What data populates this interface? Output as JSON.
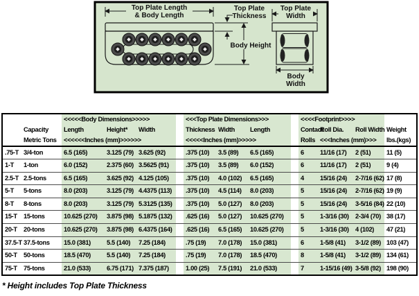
{
  "colors": {
    "band_green": "#d8e7d0",
    "panel_green": "#d6e5cd"
  },
  "diagram": {
    "labels": {
      "length_line1": "Top Plate Length",
      "length_line2": "& Body Length",
      "thickness_line1": "Top Plate",
      "thickness_line2": "Thickness",
      "top_width_line1": "Top Plate",
      "top_width_line2": "Width",
      "body_height": "Body Height",
      "body_width_line1": "Body",
      "body_width_line2": "Width"
    }
  },
  "table": {
    "header": {
      "capacity_line1": "Capacity",
      "capacity_line2": "Metric Tons",
      "body_group": "<<<<<Body Dimensions>>>>>",
      "body_units": "<<<<<<Inches (mm)>>>>>>",
      "body_cols": [
        "Length",
        "Height*",
        "Width"
      ],
      "tp_group": "<<<Top Plate Dimensions>>>",
      "tp_units": "<<<<<Inches (mm)>>>>>",
      "tp_cols": [
        "Thickness",
        "Width",
        "Length"
      ],
      "fp_group": "<<<<Footprint>>>>",
      "fp_units": "<<<Inches (mm)>>>",
      "fp_col1_line1": "Contact",
      "fp_col1_line2": "Rolls",
      "fp_col2": "Roll Dia.",
      "fp_col3": "Roll Width",
      "weight_line1": "Weight",
      "weight_line2": "lbs.(kgs)"
    },
    "rows": [
      [
        ".75-T",
        "3/4-ton",
        "6.5 (165)",
        "3.125 (79)",
        "3.625 (92)",
        ".375 (10)",
        "3.5 (89)",
        "6.5 (165)",
        "6",
        "11/16 (17)",
        "2 (51)",
        "11 (5)"
      ],
      [
        "1-T",
        "1-ton",
        "6.0 (152)",
        "2.375 (60)",
        "3.5625 (91)",
        ".375 (10)",
        "3.5 (89)",
        "6.0 (152)",
        "6",
        "11/16 (17)",
        "2 (51)",
        "9 (4)"
      ],
      [
        "2.5-T",
        "2.5-tons",
        "6.5 (165)",
        "3.625 (92)",
        "4.125 (105)",
        ".375 (10)",
        "4.0 (102)",
        "6.5 (165)",
        "4",
        "15/16 (24)",
        "2-7/16 (62)",
        "17 (8)"
      ],
      [
        "5-T",
        "5-tons",
        "8.0 (203)",
        "3.125 (79)",
        "4.4375 (113)",
        ".375 (10)",
        "4.5 (114)",
        "8.0 (203)",
        "5",
        "15/16 (24)",
        "2-7/16 (62)",
        "19 (9)"
      ],
      [
        "8-T",
        "8-tons",
        "8.0 (203)",
        "3.125 (79)",
        "5.3125 (135)",
        ".375 (10)",
        "5.0 (127)",
        "8.0 (203)",
        "5",
        "15/16 (24)",
        "3-5/16 (84)",
        "22 (10)"
      ],
      [
        "15-T",
        "15-tons",
        "10.625 (270)",
        "3.875 (98)",
        "5.1875 (132)",
        ".625 (16)",
        "5.0 (127)",
        "10.625 (270)",
        "5",
        "1-3/16 (30)",
        "2-3/4 (70)",
        "38 (17)"
      ],
      [
        "20-T",
        "20-tons",
        "10.625 (270)",
        "3.875 (98)",
        "6.4375 (164)",
        ".625 (16)",
        "6.5 (165)",
        "10.625 (270)",
        "5",
        "1-3/16 (30)",
        "4 (102)",
        "47 (21)"
      ],
      [
        "37.5-T",
        "37.5-tons",
        "15.0 (381)",
        "5.5 (140)",
        "7.25 (184)",
        ".75 (19)",
        "7.0 (178)",
        "15.0 (381)",
        "6",
        "1-5/8 (41)",
        "3-1/2 (89)",
        "103 (47)"
      ],
      [
        "50-T",
        "50-tons",
        "18.5 (470)",
        "5.5 (140)",
        "7.25 (184)",
        ".75 (19)",
        "7.0 (178)",
        "18.5 (470)",
        "8",
        "1-5/8 (41)",
        "3-1/2 (89)",
        "134 (61)"
      ],
      [
        "75-T",
        "75-tons",
        "21.0 (533)",
        "6.75 (171)",
        "7.375 (187)",
        "1.00 (25)",
        "7.5 (191)",
        "21.0 (533)",
        "7",
        "1-15/16 (49)",
        "3-5/8 (92)",
        "198 (90)"
      ]
    ]
  },
  "footnote": "* Height includes Top Plate Thickness"
}
